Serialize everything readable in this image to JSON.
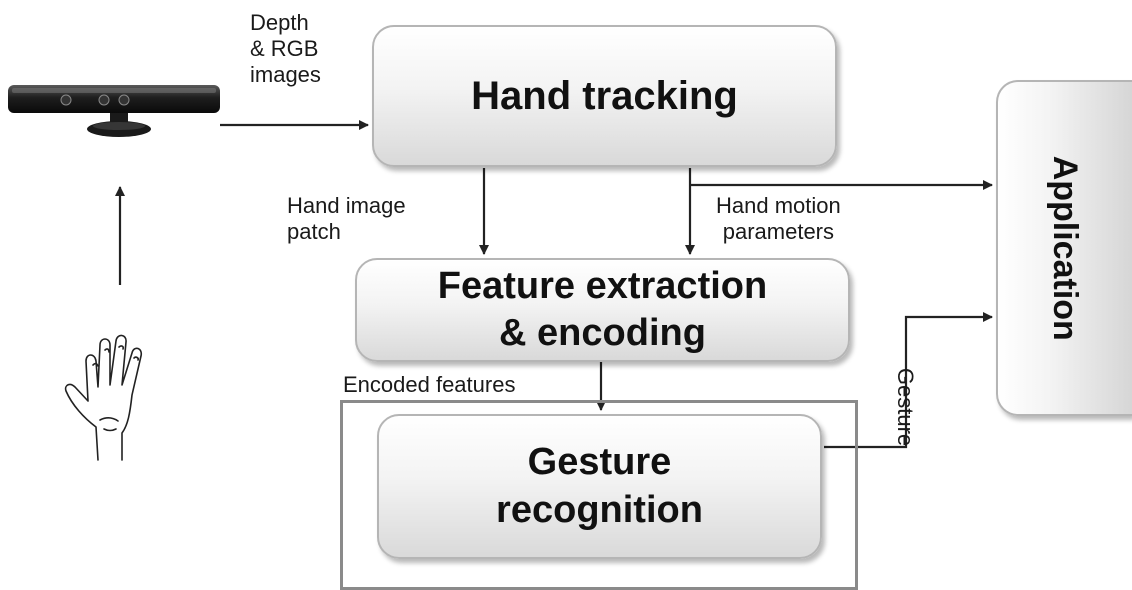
{
  "nodes": {
    "hand_tracking": "Hand tracking",
    "feature_extraction": [
      "Feature extraction",
      "& encoding"
    ],
    "gesture_recognition": [
      "Gesture",
      "recognition"
    ],
    "application": "Application"
  },
  "edge_labels": {
    "depth_rgb": [
      "Depth",
      "& RGB",
      "images"
    ],
    "hand_image_patch": [
      "Hand image",
      "patch"
    ],
    "hand_motion_params": [
      "Hand motion",
      "parameters"
    ],
    "encoded_features": "Encoded features",
    "gesture": "Gesture"
  },
  "icons": {
    "sensor": "depth-camera-icon",
    "hand": "open-hand-icon"
  },
  "colors": {
    "box_border": "#b5b5b5",
    "frame": "#8a8a8a",
    "arrow": "#222222"
  }
}
